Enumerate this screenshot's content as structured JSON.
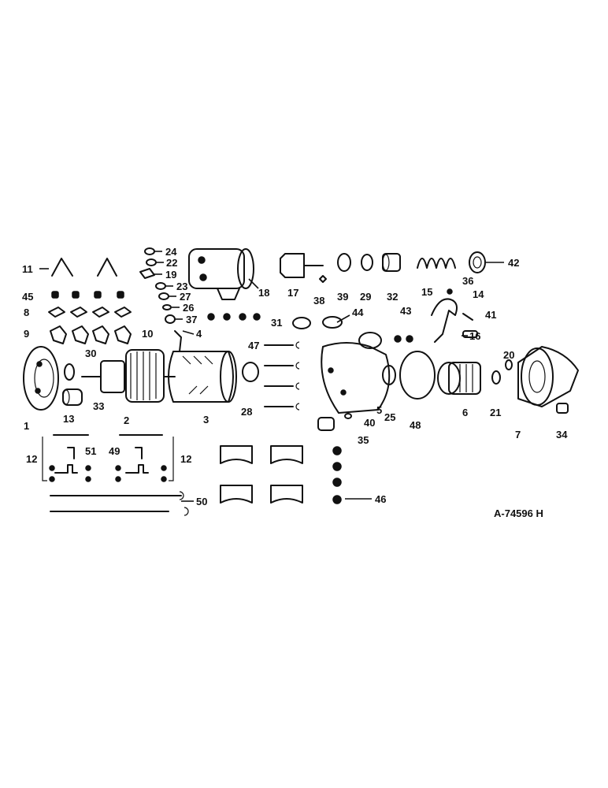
{
  "figure_ref": "A-74596 H",
  "callouts": [
    "1",
    "2",
    "3",
    "4",
    "5",
    "6",
    "7",
    "8",
    "9",
    "10",
    "11",
    "12",
    "13",
    "14",
    "15",
    "16",
    "17",
    "18",
    "19",
    "20",
    "21",
    "22",
    "23",
    "24",
    "25",
    "26",
    "27",
    "28",
    "29",
    "30",
    "31",
    "32",
    "33",
    "34",
    "35",
    "36",
    "37",
    "38",
    "39",
    "40",
    "41",
    "42",
    "43",
    "44",
    "45",
    "46",
    "47",
    "48",
    "49",
    "50",
    "51"
  ]
}
